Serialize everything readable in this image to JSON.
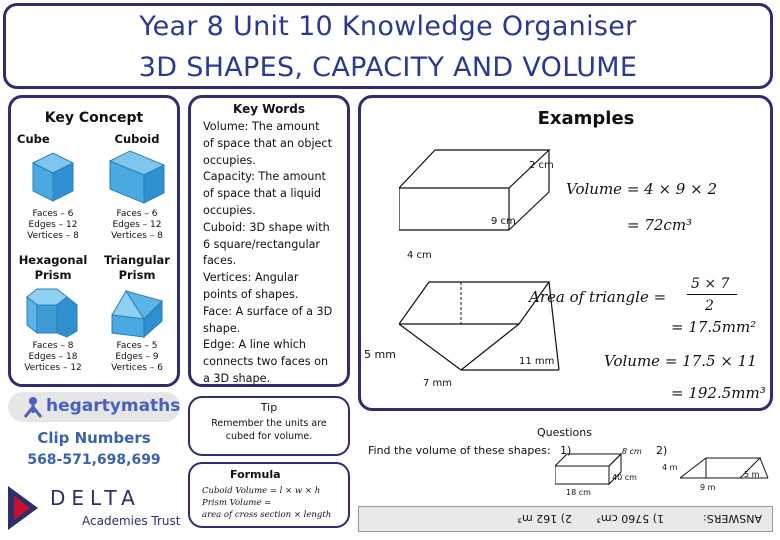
{
  "title": {
    "line1": "Year 8 Unit 10 Knowledge Organiser",
    "line2": "3D SHAPES, CAPACITY AND VOLUME"
  },
  "key_concept": {
    "heading": "Key Concept",
    "shapes": [
      {
        "name": "Cube",
        "props": [
          "Faces – 6",
          "Edges – 12",
          "Vertices – 8"
        ]
      },
      {
        "name": "Cuboid",
        "props": [
          "Faces – 6",
          "Edges – 12",
          "Vertices – 8"
        ]
      },
      {
        "name_lines": [
          "Hexagonal",
          "Prism"
        ],
        "props": [
          "Faces – 8",
          "Edges – 18",
          "Vertices – 12"
        ]
      },
      {
        "name_lines": [
          "Triangular",
          "Prism"
        ],
        "props": [
          "Faces – 5",
          "Edges – 9",
          "Vertices – 6"
        ]
      }
    ]
  },
  "key_words": {
    "heading": "Key Words",
    "lines": [
      "Volume: The amount",
      "of space that an object",
      "occupies.",
      "Capacity: The amount",
      "of space that a liquid",
      "occupies.",
      "Cuboid: 3D shape with",
      "6 square/rectangular",
      "faces.",
      "Vertices: Angular",
      "points of shapes.",
      "Face: A surface of a 3D",
      "shape.",
      "Edge: A line which",
      "connects two faces on",
      "a 3D shape."
    ]
  },
  "examples": {
    "heading": "Examples",
    "cuboid": {
      "label_2": "2 cm",
      "label_9": "9 cm",
      "label_4": "4 cm",
      "line1": "Volume = 4 × 9 × 2",
      "line2": "= 72cm³"
    },
    "prism": {
      "label_5": "5 mm",
      "label_11": "11 mm",
      "label_7": "7 mm",
      "tri_a": "Area of triangle =",
      "tri_num": "5 × 7",
      "tri_den": "2",
      "tri_b": "= 17.5mm²",
      "vol_a": "Volume = 17.5 × 11",
      "vol_b": "= 192.5mm³"
    }
  },
  "tip": {
    "heading": "Tip",
    "text_line1": "Remember the units are",
    "text_line2": "cubed for volume."
  },
  "hegarty": {
    "brand": "hegartymaths",
    "clip_heading": "Clip Numbers",
    "clip_numbers": "568-571,698,699"
  },
  "formula": {
    "heading": "Formula",
    "line1": "Cuboid Volume = l × w × h",
    "line2": "Prism Volume =",
    "line3": "area of cross section × length"
  },
  "delta": {
    "name": "DELTA",
    "sub": "Academies Trust"
  },
  "questions": {
    "heading": "Questions",
    "prompt": "Find the volume of these shapes:",
    "q1_num": "1)",
    "q1_a": "8 cm",
    "q1_b": "40 cm",
    "q1_c": "18 cm",
    "q2_num": "2)",
    "q2_a": "4 m",
    "q2_b": "5 m",
    "q2_c": "9 m"
  },
  "answers": {
    "label": "ANSWERS:",
    "a1": "1) 5760 cm³",
    "a2": "2) 162 m³"
  },
  "colors": {
    "navy_border": "#2e2e6e",
    "title_blue": "#2b3a8f",
    "clip_blue": "#3c63a8",
    "delta_navy": "#2c2f6e",
    "delta_red": "#c8102e"
  }
}
